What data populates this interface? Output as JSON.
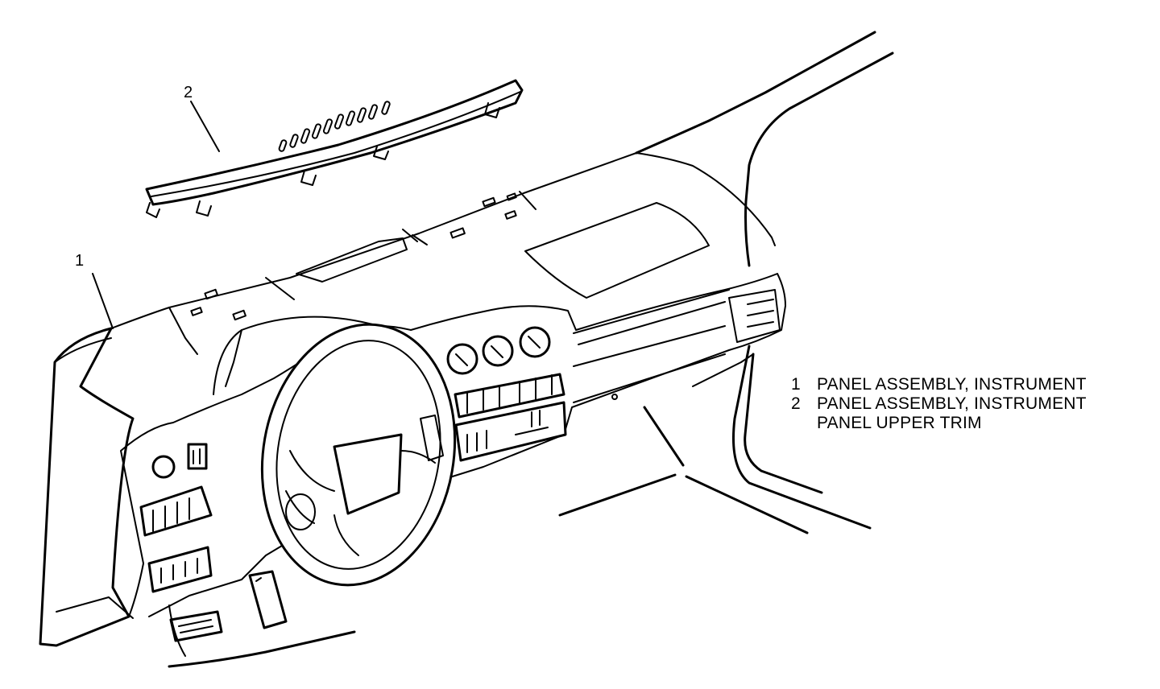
{
  "callouts": [
    {
      "id": "1",
      "label": "1"
    },
    {
      "id": "2",
      "label": "2"
    }
  ],
  "legend": [
    {
      "number": "1",
      "text": "PANEL ASSEMBLY, INSTRUMENT",
      "continuation": ""
    },
    {
      "number": "2",
      "text": "PANEL ASSEMBLY, INSTRUMENT",
      "continuation": "PANEL UPPER TRIM"
    }
  ],
  "line_color": "#000000",
  "background_color": "#ffffff"
}
